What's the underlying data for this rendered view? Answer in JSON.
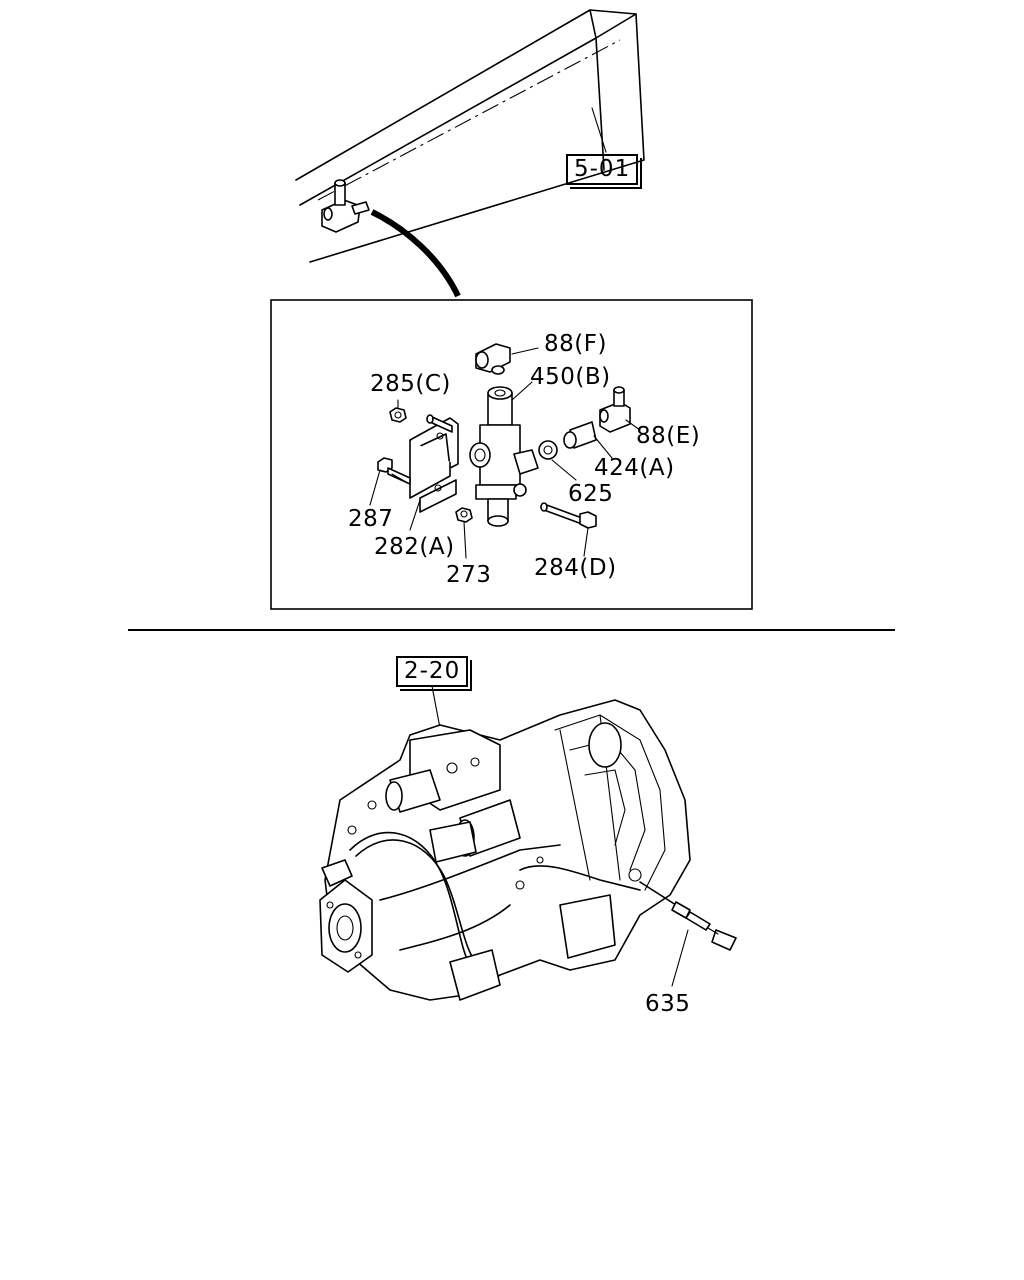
{
  "figure": {
    "reference_labels": {
      "frame": "5-01",
      "transmission": "2-20"
    },
    "parts": [
      {
        "key": "p88f",
        "label": "88(F)"
      },
      {
        "key": "p450b",
        "label": "450(B)"
      },
      {
        "key": "p285c",
        "label": "285(C)"
      },
      {
        "key": "p88e",
        "label": "88(E)"
      },
      {
        "key": "p424a",
        "label": "424(A)"
      },
      {
        "key": "p625",
        "label": "625"
      },
      {
        "key": "p287",
        "label": "287"
      },
      {
        "key": "p282a",
        "label": "282(A)"
      },
      {
        "key": "p273",
        "label": "273"
      },
      {
        "key": "p284d",
        "label": "284(D)"
      },
      {
        "key": "p635",
        "label": "635"
      }
    ]
  }
}
